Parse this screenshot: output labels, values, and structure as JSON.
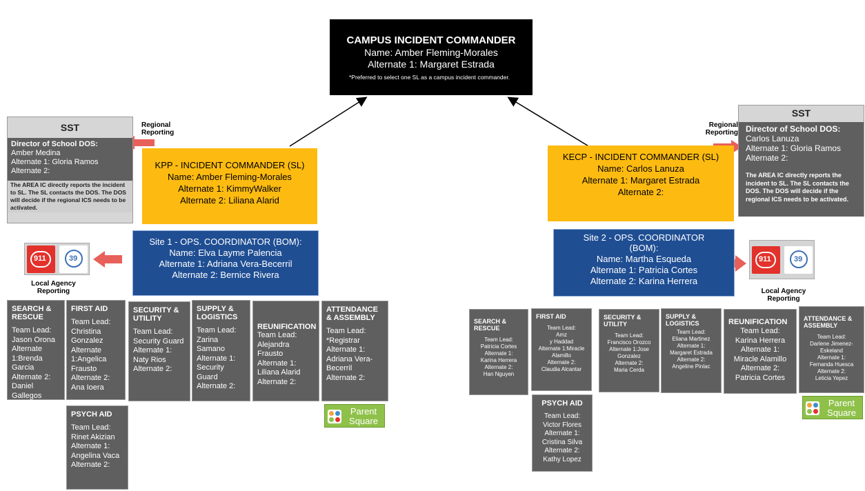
{
  "commander": {
    "title": "CAMPUS INCIDENT COMMANDER",
    "name": "Name: Amber Fleming-Morales",
    "alt1": "Alternate 1: Margaret Estrada",
    "note": "*Preferred to select one SL as a campus incident commander."
  },
  "left": {
    "sst": {
      "header": "SST",
      "dos_title": "Director of School DOS:",
      "dos_name": "Amber Medina",
      "alt1": "Alternate 1: Gloria Ramos",
      "alt2": "Alternate 2:",
      "note": "The AREA IC directly reports the incident to SL. The SL contacts the DOS. The DOS will decide if the regional ICS needs to be activated."
    },
    "regional_label": "Regional Reporting",
    "ic": {
      "title": "KPP - INCIDENT COMMANDER (SL)",
      "name": "Name: Amber Fleming-Morales",
      "alt1": "Alternate 1: KimmyWalker",
      "alt2": "Alternate 2: Liliana Alarid"
    },
    "ops": {
      "title": "Site 1 - OPS. COORDINATOR (BOM):",
      "name": "Name: Elva Layme Palencia",
      "alt1": "Alternate 1: Adriana Vera-Becerril",
      "alt2": "Alternate 2: Bernice Rivera"
    },
    "local_label": "Local Agency Reporting",
    "icon_911": "911",
    "icon_prop": "39",
    "teams": [
      {
        "heading": "SEARCH & RESCUE",
        "text": "Team Lead:\nJason Orona\nAlternate 1:Brenda Garcia\nAlternate 2:\nDaniel Gallegos"
      },
      {
        "heading": "FIRST AID",
        "text": "Team Lead:\nChristina Gonzalez\nAlternate 1:Angelica Frausto\nAlternate 2:\nAna Ioera"
      },
      {
        "heading": "SECURITY & UTILITY",
        "text": "Team Lead:\nSecurity Guard\nAlternate 1:\nNaty Rios\nAlternate 2:"
      },
      {
        "heading": "SUPPLY & LOGISTICS",
        "text": "Team Lead:\nZarina Samano\nAlternate 1:\nSecurity Guard\nAlternate 2:"
      },
      {
        "heading": "REUNIFICATION",
        "text": "Team Lead:\nAlejandra Frausto\nAlternate 1:\nLiliana Alarid\nAlternate 2:"
      },
      {
        "heading": "ATTENDANCE & ASSEMBLY",
        "text": "Team Lead:\n*Registrar\nAlternate 1:\nAdriana Vera-Becerril\nAlternate 2:"
      },
      {
        "heading": "PSYCH AID",
        "text": "Team Lead:\nRinet Akizian\nAlternate 1:\nAngelina Vaca\nAlternate 2:"
      }
    ],
    "parentsquare": [
      "Parent",
      "Square"
    ]
  },
  "right": {
    "sst": {
      "header": "SST",
      "dos_title": "Director of School DOS:",
      "dos_name": "Carlos Lanuza",
      "alt1": "Alternate 1: Gloria Ramos",
      "alt2": "Alternate 2:",
      "note": "The AREA IC directly reports the incident to SL. The SL contacts the DOS. The DOS will decide if the regional ICS needs to be activated."
    },
    "regional_label": "Regional Reporting",
    "ic": {
      "title": "KECP - INCIDENT COMMANDER (SL)",
      "name": "Name: Carlos Lanuza",
      "alt1": "Alternate 1: Margaret Estrada",
      "alt2": "Alternate 2:"
    },
    "ops": {
      "title": "Site 2 - OPS. COORDINATOR (BOM):",
      "name": "Name:  Martha Esqueda",
      "alt1": "Alternate 1: Patricia Cortes",
      "alt2": "Alternate 2: Karina Herrera"
    },
    "local_label": "Local Agency Reporting",
    "icon_911": "911",
    "icon_prop": "39",
    "teams": [
      {
        "heading": "SEARCH & RESCUE",
        "text": "Team Lead:\nPatricia Cortes\nAlternate 1:\nKarina Herrera\nAlternate 2:\nHan Nguyen"
      },
      {
        "heading": "FIRST AID",
        "text": "Team Lead:\nAmz\ny Haddad\nAlternate 1:Miracle Alamillo\nAlternate 2:\nClaudia Alcantar"
      },
      {
        "heading": "SECURITY & UTILITY",
        "text": "Team Lead:\nFrancisco Orozco\nAlternate 1:Jose Gonzalez\nAlternate 2:\nMaria Cerda"
      },
      {
        "heading": "SUPPLY & LOGISTICS",
        "text": "Team Lead:\nEliana Martinez\nAlternate 1:\nMargaret Estrada\nAlternate 2:\nAngeline Pinlac"
      },
      {
        "heading": "REUNIFICATION",
        "text": "Team Lead:\nKarina Herrera\nAlternate 1:\nMiracle Alamillo\nAlternate 2:\nPatricia Cortes"
      },
      {
        "heading": "ATTENDANCE & ASSEMBLY",
        "text": "Team Lead:\nDarlene Jimenez-Eskeland\nAlternate 1:\nFernanda Huesca\nAlternate 2:\nLeticia Yepez"
      },
      {
        "heading": "PSYCH AID",
        "text": "Team Lead:\nVictor Flores\nAlternate 1:\nCristina Silva\nAlternate 2:\nKathy Lopez"
      }
    ],
    "parentsquare": [
      "Parent",
      "Square"
    ]
  },
  "colors": {
    "commander": "#000000",
    "incident_commander": "#fdbb11",
    "ops_coordinator": "#1f4e93",
    "team": "#5f5f5f",
    "arrow": "#e8605a",
    "parentsquare": "#8fc14a"
  }
}
